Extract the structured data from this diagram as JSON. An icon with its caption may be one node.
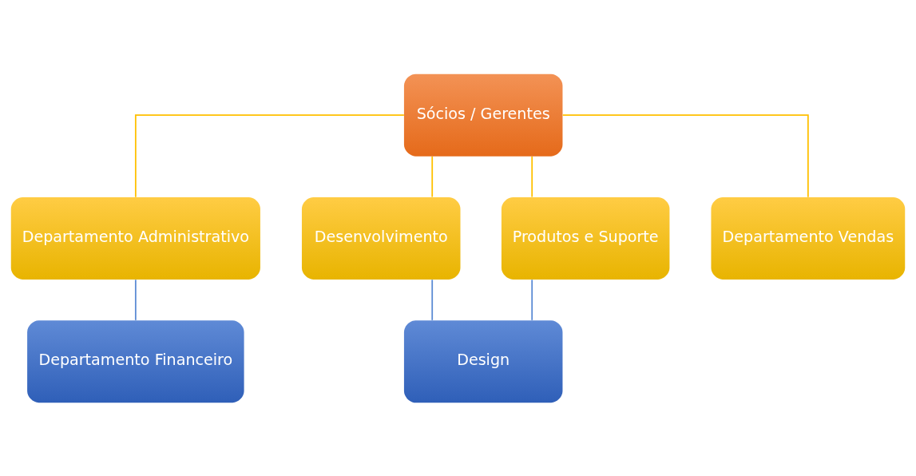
{
  "diagram": {
    "nodes": [
      {
        "text": [
          "Sócios / Gerentes"
        ]
      },
      {
        "text": [
          "Departamento Administrativo"
        ]
      },
      {
        "text": [
          "Desenvolvimento"
        ]
      },
      {
        "text": [
          "Produtos e Suporte"
        ]
      },
      {
        "text": [
          "Departamento Vendas"
        ]
      },
      {
        "text": [
          "Departamento Financeiro"
        ]
      },
      {
        "text": [
          "Design"
        ]
      }
    ],
    "edges": [
      {
        "from": 0,
        "to": 1,
        "arrow": "none"
      },
      {
        "from": 0,
        "to": 2,
        "arrow": "none"
      },
      {
        "from": 0,
        "to": 3,
        "arrow": "none"
      },
      {
        "from": 0,
        "to": 4,
        "arrow": "none"
      },
      {
        "from": 1,
        "to": 5,
        "arrow": "none",
        "color": "#5b8bd4"
      },
      {
        "from": 2,
        "to": 6,
        "arrow": "none",
        "color": "#5b8bd4"
      },
      {
        "from": 3,
        "to": 6,
        "arrow": "none",
        "color": "#5b8bd4"
      }
    ]
  }
}
